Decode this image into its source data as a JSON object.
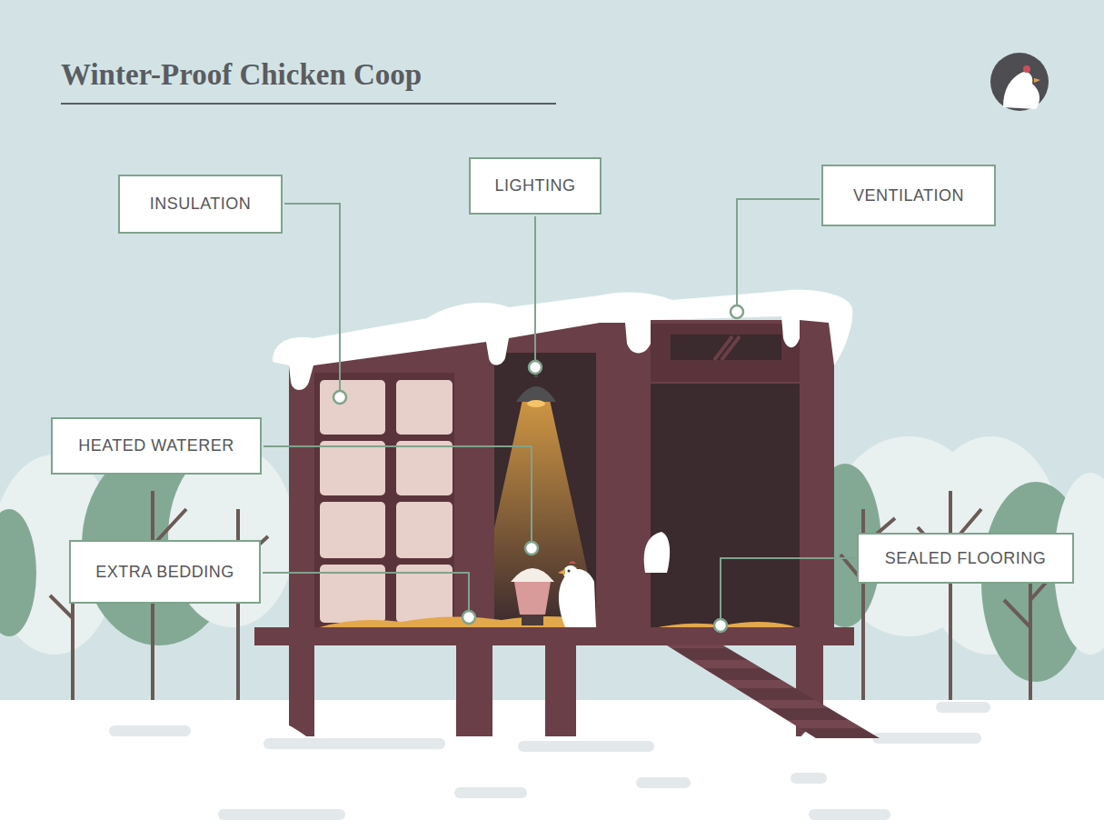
{
  "diagram": {
    "title": "Winter-Proof Chicken Coop",
    "nodes": [
      {
        "text": [
          "INSULATION"
        ]
      },
      {
        "text": [
          "LIGHTING"
        ]
      },
      {
        "text": [
          "VENTILATION"
        ]
      },
      {
        "text": [
          "HEATED WATERER"
        ]
      },
      {
        "text": [
          "EXTRA BEDDING"
        ]
      },
      {
        "text": [
          "SEALED FLOORING"
        ]
      }
    ]
  }
}
